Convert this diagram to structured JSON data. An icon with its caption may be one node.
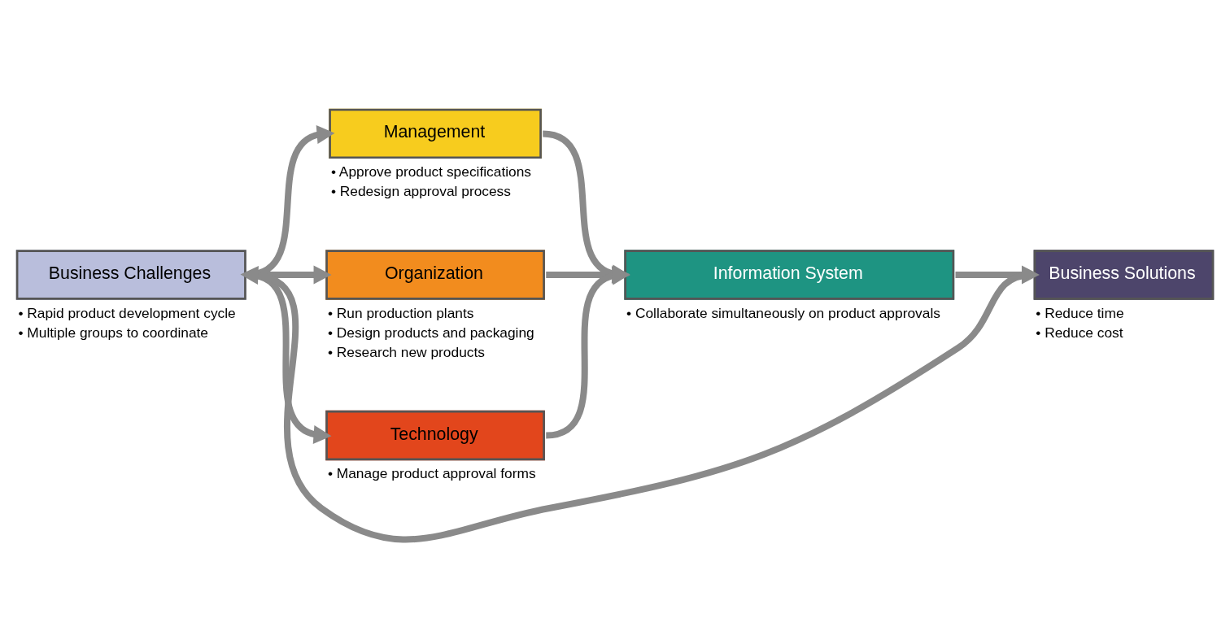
{
  "diagram": {
    "nodes": [
      {
        "text": [
          "Business Challenges"
        ],
        "beside": [
          "• Rapid product development cycle",
          "• Multiple groups to coordinate"
        ]
      },
      {
        "text": [
          "Management"
        ],
        "beside": [
          "• Approve product specifications",
          "• Redesign approval process"
        ]
      },
      {
        "text": [
          "Organization"
        ],
        "beside": [
          "• Run production plants",
          "• Design products and packaging",
          "• Research new products"
        ]
      },
      {
        "text": [
          "Technology"
        ],
        "beside": [
          "• Manage product approval forms"
        ]
      },
      {
        "text": [
          "Information System"
        ],
        "beside": [
          "• Collaborate simultaneously on product approvals"
        ]
      },
      {
        "text": [
          "Business Solutions"
        ],
        "beside": [
          "• Reduce time",
          "• Reduce cost"
        ]
      }
    ],
    "edges": [
      {
        "from": 0,
        "to": 1,
        "arrow": "to"
      },
      {
        "from": 0,
        "to": 2,
        "arrow": "to"
      },
      {
        "from": 0,
        "to": 3,
        "arrow": "to"
      },
      {
        "from": 1,
        "to": 4,
        "arrow": "to"
      },
      {
        "from": 2,
        "to": 4,
        "arrow": "to"
      },
      {
        "from": 3,
        "to": 4,
        "arrow": "to"
      },
      {
        "from": 4,
        "to": 5,
        "arrow": "to"
      },
      {
        "from": 5,
        "to": 0,
        "arrow": "to"
      }
    ]
  }
}
